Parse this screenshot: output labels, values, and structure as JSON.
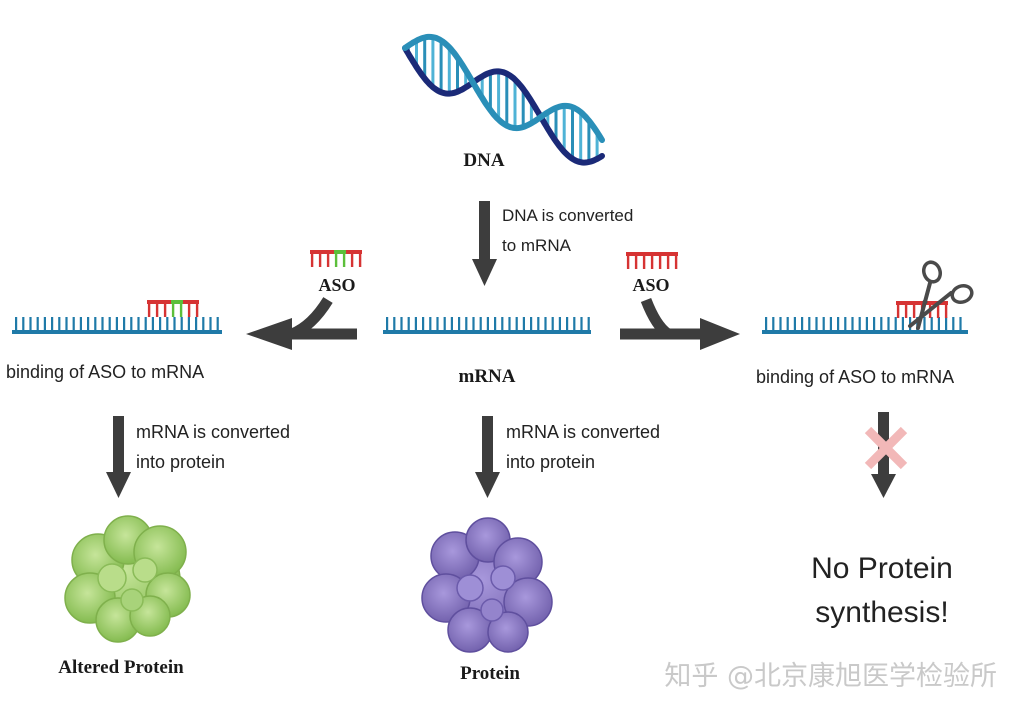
{
  "labels": {
    "dna": "DNA",
    "dna_to_mrna_line1": "DNA is converted",
    "dna_to_mrna_line2": "to mRNA",
    "aso_left": "ASO",
    "aso_right": "ASO",
    "mrna": "mRNA",
    "binding_left": "binding of ASO to mRNA",
    "binding_right": "binding of ASO to mRNA",
    "convert_left_line1": "mRNA is converted",
    "convert_left_line2": "into protein",
    "convert_center_line1": "mRNA is converted",
    "convert_center_line2": "into protein",
    "altered_protein": "Altered Protein",
    "protein": "Protein",
    "no_protein_line1": "No Protein",
    "no_protein_line2": "synthesis!"
  },
  "watermark": "知乎 @北京康旭医学检验所",
  "colors": {
    "mrna_strand": "#1f7aa8",
    "aso_red": "#d63333",
    "aso_green": "#5cbf3a",
    "arrow": "#3d3d3d",
    "dna_dark": "#1b2a78",
    "dna_light": "#2a8fb8",
    "altered_protein": "#98cc66",
    "protein": "#8a79c2",
    "blocked_x": "#f2b8b8"
  },
  "icons": {
    "scissors": "scissors-icon",
    "dna": "dna-helix-icon",
    "block": "x-mark-icon"
  }
}
